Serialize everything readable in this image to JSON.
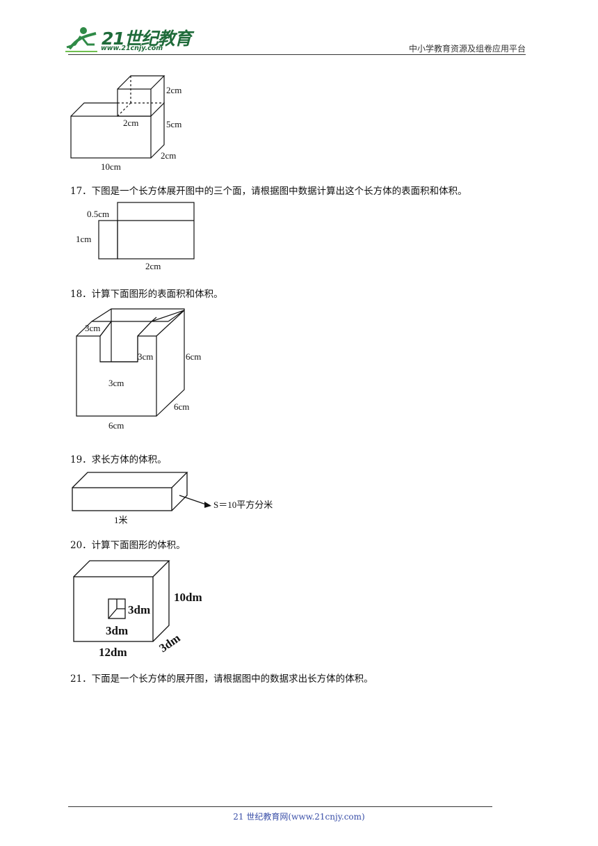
{
  "header": {
    "logo_text": "21世纪教育",
    "logo_url": "www.21cnjy.com",
    "right_text": "中小学教育资源及组卷应用平台"
  },
  "figure16": {
    "labels": {
      "top_height": "2cm",
      "top_width": "2cm",
      "height": "5cm",
      "depth": "2cm",
      "length": "10cm"
    }
  },
  "q17": {
    "text": "17．下图是一个长方体展开图中的三个面，请根据图中数据计算出这个长方体的表面积和体积。",
    "labels": {
      "small": "0.5cm",
      "side": "1cm",
      "bottom": "2cm"
    }
  },
  "q18": {
    "text": "18．计算下面图形的表面积和体积。",
    "labels": {
      "notch_top": "3cm",
      "notch_depth": "3cm",
      "notch_width": "3cm",
      "height": "6cm",
      "depth": "6cm",
      "width": "6cm"
    }
  },
  "q19": {
    "text": "19．求长方体的体积。",
    "labels": {
      "area": "S＝10平方分米",
      "length": "1米"
    }
  },
  "q20": {
    "text": "20．计算下面图形的体积。",
    "labels": {
      "height": "10dm",
      "hole_depth": "3dm",
      "hole_width": "3dm",
      "width": "12dm",
      "depth": "3dm"
    }
  },
  "q21": {
    "text": "21．下面是一个长方体的展开图，请根据图中的数据求出长方体的体积。"
  },
  "footer": {
    "text": "21 世纪教育网(www.21cnjy.com)"
  }
}
